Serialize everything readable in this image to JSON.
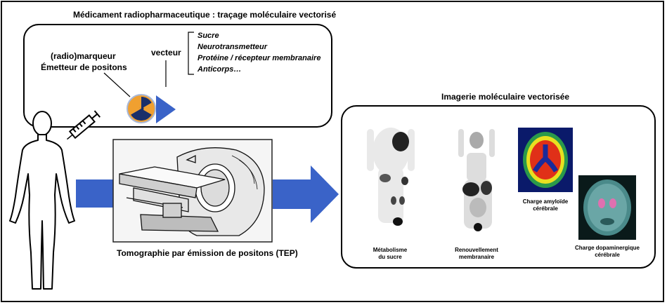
{
  "top_title": "Médicament radiopharmaceutique : traçage moléculaire vectorisé",
  "tracer": {
    "marker_line1": "(radio)marqueur",
    "marker_line2": "Émetteur de positons",
    "vector_label": "vecteur",
    "vector_examples": [
      "Sucre",
      "Neurotransmetteur",
      "Protéine / récepteur membranaire",
      "Anticorps…"
    ]
  },
  "scanner_caption": "Tomographie par émission de positons (TEP)",
  "imaging": {
    "title": "Imagerie moléculaire vectorisée",
    "captions": {
      "sugar_line1": "Métabolisme",
      "sugar_line2": "du sucre",
      "membrane_line1": "Renouvellement",
      "membrane_line2": "membranaire",
      "amyloid_line1": "Charge amyloïde",
      "amyloid_line2": "cérébrale",
      "dopamine_line1": "Charge dopaminergique",
      "dopamine_line2": "cérébrale"
    }
  },
  "colors": {
    "arrow_blue": "#3a63c8",
    "radioactive_orange": "#f0a030"
  },
  "icons": [
    "human-body-icon",
    "syringe-icon",
    "radioactive-icon",
    "vector-triangle-icon",
    "pet-scanner-icon"
  ]
}
